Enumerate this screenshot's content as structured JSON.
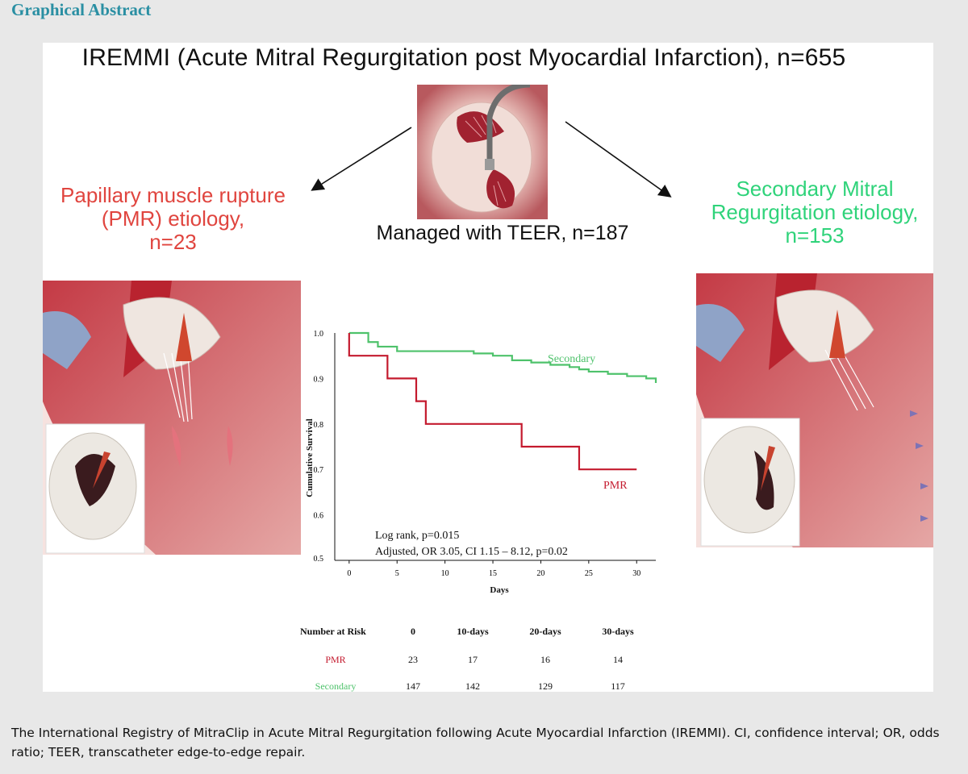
{
  "header": {
    "title": "Graphical Abstract"
  },
  "main": {
    "title": "IREMMI (Acute Mitral Regurgitation post Myocardial Infarction), n=655",
    "pmr_etiology": [
      "Papillary muscle rupture",
      "(PMR) etiology,",
      "n=23"
    ],
    "secondary_etiology": [
      "Secondary Mitral",
      "Regurgitation etiology,",
      "n=153"
    ],
    "teer_label": "Managed with TEER, n=187",
    "colors": {
      "pmr": "#e0453f",
      "secondary": "#2fd37a",
      "heading": "#2a8fa3"
    }
  },
  "chart_data": {
    "type": "line",
    "xlabel": "Days",
    "ylabel": "Cumulative Survival",
    "xlim": [
      -1.5,
      32
    ],
    "ylim": [
      0.5,
      1.0
    ],
    "xticks": [
      0,
      5,
      10,
      15,
      20,
      25,
      30
    ],
    "yticks": [
      0.5,
      0.6,
      0.7,
      0.8,
      0.9,
      1.0
    ],
    "ytick_labels": [
      "0.5",
      "0.6",
      "0.7",
      "0.8",
      "0.9",
      "1.0"
    ],
    "series": [
      {
        "name": "Secondary",
        "color": "#4ec26b",
        "steps": [
          [
            0,
            1.0
          ],
          [
            2,
            0.98
          ],
          [
            3,
            0.97
          ],
          [
            5,
            0.96
          ],
          [
            13,
            0.955
          ],
          [
            15,
            0.95
          ],
          [
            17,
            0.94
          ],
          [
            19,
            0.935
          ],
          [
            21,
            0.93
          ],
          [
            23,
            0.925
          ],
          [
            24,
            0.92
          ],
          [
            25,
            0.915
          ],
          [
            27,
            0.91
          ],
          [
            29,
            0.905
          ],
          [
            31,
            0.9
          ],
          [
            32,
            0.89
          ]
        ]
      },
      {
        "name": "PMR",
        "color": "#c41a2e",
        "steps": [
          [
            0,
            1.0
          ],
          [
            0,
            0.95
          ],
          [
            4,
            0.95
          ],
          [
            4,
            0.9
          ],
          [
            7,
            0.9
          ],
          [
            7,
            0.85
          ],
          [
            8,
            0.85
          ],
          [
            8,
            0.8
          ],
          [
            18,
            0.8
          ],
          [
            18,
            0.75
          ],
          [
            24,
            0.75
          ],
          [
            24,
            0.7
          ],
          [
            30,
            0.7
          ]
        ]
      }
    ],
    "annotations": [
      "Log rank, p=0.015",
      "Adjusted, OR 3.05, CI 1.15 – 8.12, p=0.02"
    ]
  },
  "risk_table": {
    "headers": [
      "Number at Risk",
      "0",
      "10-days",
      "20-days",
      "30-days"
    ],
    "rows": [
      {
        "label": "PMR",
        "color": "#c41a2e",
        "values": [
          "23",
          "17",
          "16",
          "14"
        ]
      },
      {
        "label": "Secondary",
        "color": "#4ec26b",
        "values": [
          "147",
          "142",
          "129",
          "117"
        ]
      }
    ]
  },
  "caption": "The International Registry of MitraClip in Acute Mitral Regurgitation following Acute Myocardial Infarction (IREMMI). CI, confidence interval; OR, odds ratio; TEER, transcatheter edge-to-edge repair."
}
